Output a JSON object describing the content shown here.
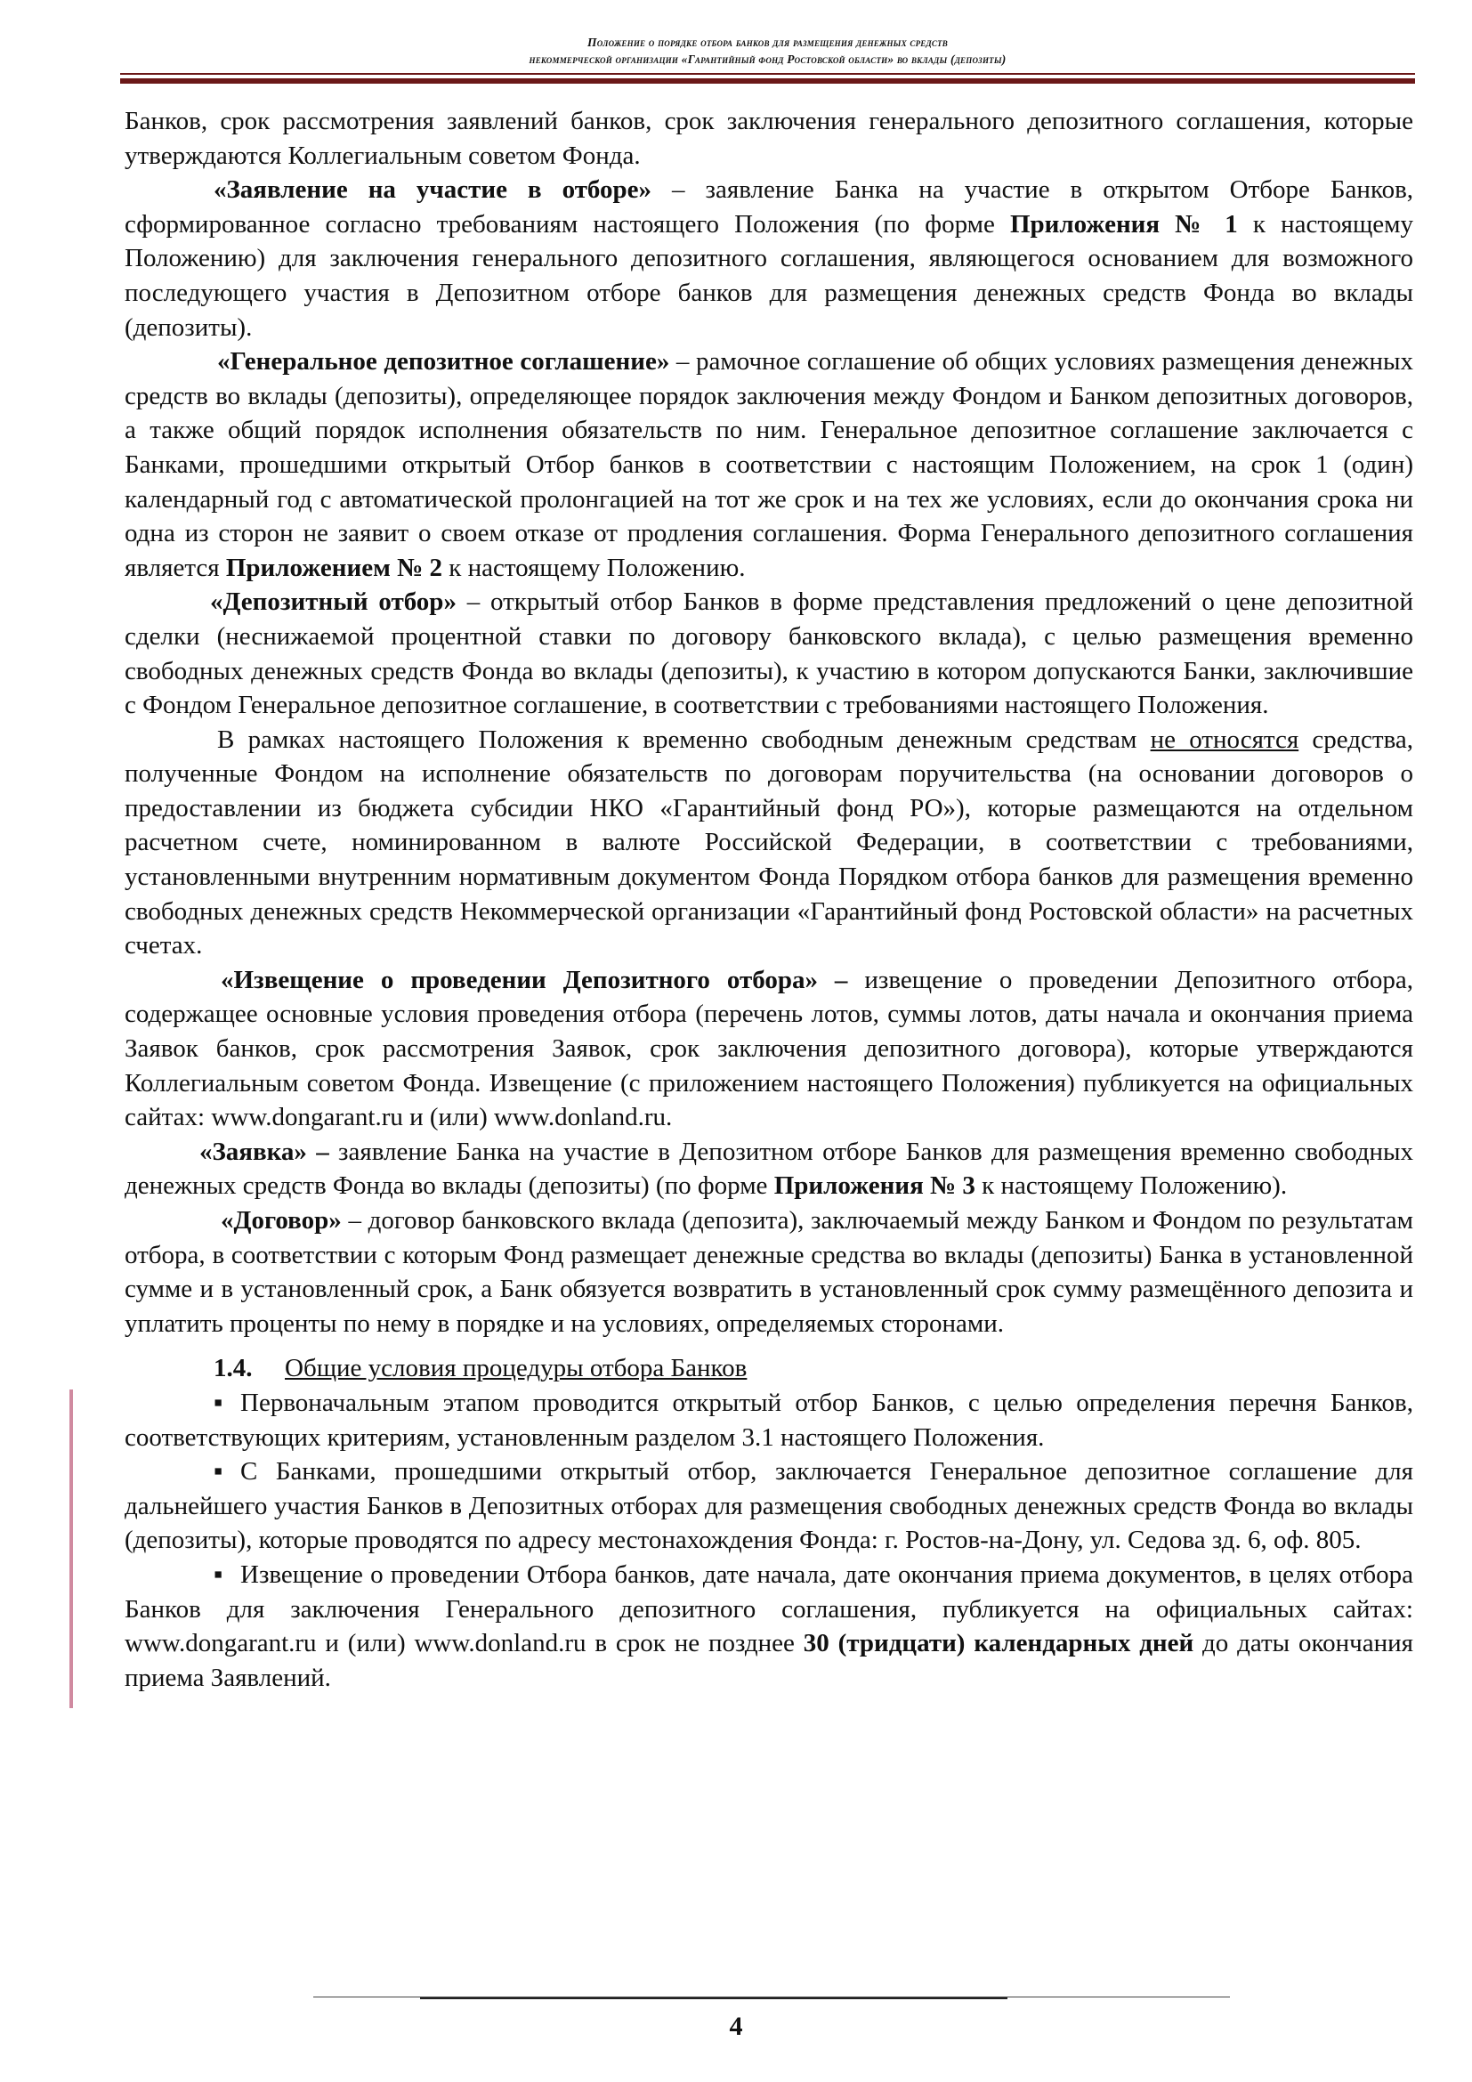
{
  "header": {
    "line1": "Положение о порядке отбора банков для размещения денежных средств",
    "line2": "некоммерческой организации «Гарантийный фонд Ростовской области» во вклады (депозиты)"
  },
  "paragraphs": {
    "p1": "Банков, срок рассмотрения заявлений банков, срок заключения генерального депозитного соглашения, которые утверждаются Коллегиальным советом Фонда.",
    "p2": {
      "term": "«Заявление на участие в отборе»",
      "text_a": " – заявление Банка на участие в открытом Отборе Банков, сформированное согласно требованиям настоящего Положения (по форме ",
      "ref": "Приложения № 1",
      "text_b": " к настоящему Положению) для заключения генерального депозитного соглашения, являющегося основанием для возможного последующего участия в Депозитном отборе банков для размещения денежных средств Фонда во вклады (депозиты)."
    },
    "p3": {
      "term": "«Генеральное депозитное соглашение»",
      "text_a": " – рамочное соглашение об общих условиях размещения денежных средств во вклады (депозиты), определяющее порядок заключения между Фондом и Банком депозитных договоров, а также общий порядок исполнения обязательств по ним. Генеральное депозитное соглашение заключается с Банками, прошедшими открытый Отбор банков в соответствии с настоящим Положением, на срок 1 (один) календарный год с автоматической пролонгацией на тот же срок и на тех же условиях, если до окончания срока ни одна из сторон не заявит о своем отказе от продления соглашения. Форма Генерального депозитного соглашения является ",
      "ref": "Приложением № 2",
      "text_b": " к настоящему Положению."
    },
    "p4": {
      "term": "«Депозитный отбор»",
      "text_a": " – открытый отбор Банков в форме представления предложений о цене депозитной сделки (неснижаемой процентной ставки по договору банковского вклада), с целью размещения временно свободных денежных средств Фонда во вклады (депозиты), к участию в котором допускаются Банки, заключившие с Фондом Генеральное депозитное соглашение, в соответствии с требованиями настоящего Положения."
    },
    "p5": {
      "text_a": "В рамках настоящего Положения к временно свободным денежным средствам ",
      "underlined": "не относятся",
      "text_b": " средства, полученные Фондом на исполнение обязательств по договорам поручительства (на основании договоров о предоставлении из бюджета субсидии НКО «Гарантийный фонд РО»), которые размещаются на отдельном расчетном счете, номинированном в валюте Российской Федерации, в соответствии с требованиями, установленными внутренним нормативным документом Фонда Порядком отбора банков для размещения временно свободных денежных средств Некоммерческой организации «Гарантийный фонд Ростовской области» на расчетных счетах."
    },
    "p6": {
      "term": "«Извещение о проведении Депозитного отбора» –",
      "text_a": " извещение о проведении Депозитного отбора, содержащее основные условия проведения отбора (перечень лотов, суммы лотов, даты начала и окончания приема Заявок банков, срок рассмотрения Заявок, срок заключения депозитного договора), которые утверждаются Коллегиальным советом Фонда. Извещение (с приложением настоящего Положения) публикуется на официальных сайтах: www.dongarant.ru и (или) www.donland.ru."
    },
    "p7": {
      "term": "«Заявка» –",
      "text_a": " заявление Банка на участие в Депозитном отборе Банков для размещения временно свободных денежных средств Фонда во вклады (депозиты) (по форме ",
      "ref": "Приложения № 3",
      "text_b": " к настоящему Положению)."
    },
    "p8": {
      "term": "«Договор»",
      "text_a": " – договор банковского вклада (депозита), заключаемый между Банком и Фондом по результатам отбора, в соответствии с которым Фонд размещает денежные средства во вклады (депозиты) Банка в установленной сумме и в установленный срок, а Банк обязуется возвратить в установленный срок сумму размещённого депозита и уплатить проценты по нему в порядке и на условиях, определяемых сторонами."
    }
  },
  "section": {
    "number": "1.4.",
    "title": "Общие условия процедуры отбора Банков"
  },
  "bullets": {
    "symbol": "▪",
    "b1": "Первоначальным этапом проводится открытый отбор Банков, с целью определения перечня Банков, соответствующих критериям, установленным разделом 3.1 настоящего Положения.",
    "b2": "С Банками, прошедшими открытый отбор, заключается Генеральное депозитное соглашение для дальнейшего участия Банков в Депозитных отборах для размещения свободных денежных средств Фонда во вклады (депозиты), которые проводятся по адресу местонахождения Фонда: г. Ростов-на-Дону, ул. Седова зд. 6, оф. 805.",
    "b3_a": "Извещение о проведении Отбора банков, дате начала, дате окончания приема документов, в целях отбора Банков для заключения Генерального депозитного соглашения, публикуется на официальных сайтах: www.dongarant.ru и (или) www.donland.ru в срок не позднее ",
    "b3_bold": "30 (тридцати) календарных дней",
    "b3_b": " до даты окончания приема Заявлений."
  },
  "footer": {
    "page_number": "4"
  },
  "colors": {
    "header_rule": "#6b1818",
    "margin_mark": "#d08aa0"
  }
}
